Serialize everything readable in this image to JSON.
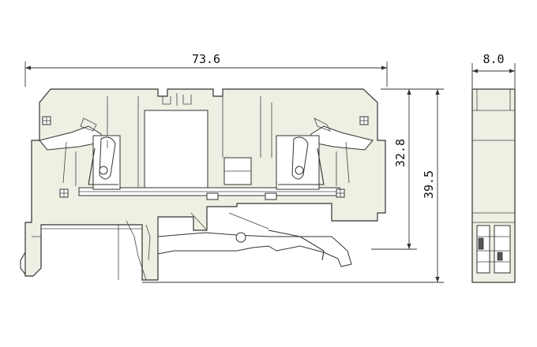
{
  "dimensions": {
    "width": "73.6",
    "side_width": "8.0",
    "height_inner": "32.8",
    "height_total": "39.5"
  }
}
